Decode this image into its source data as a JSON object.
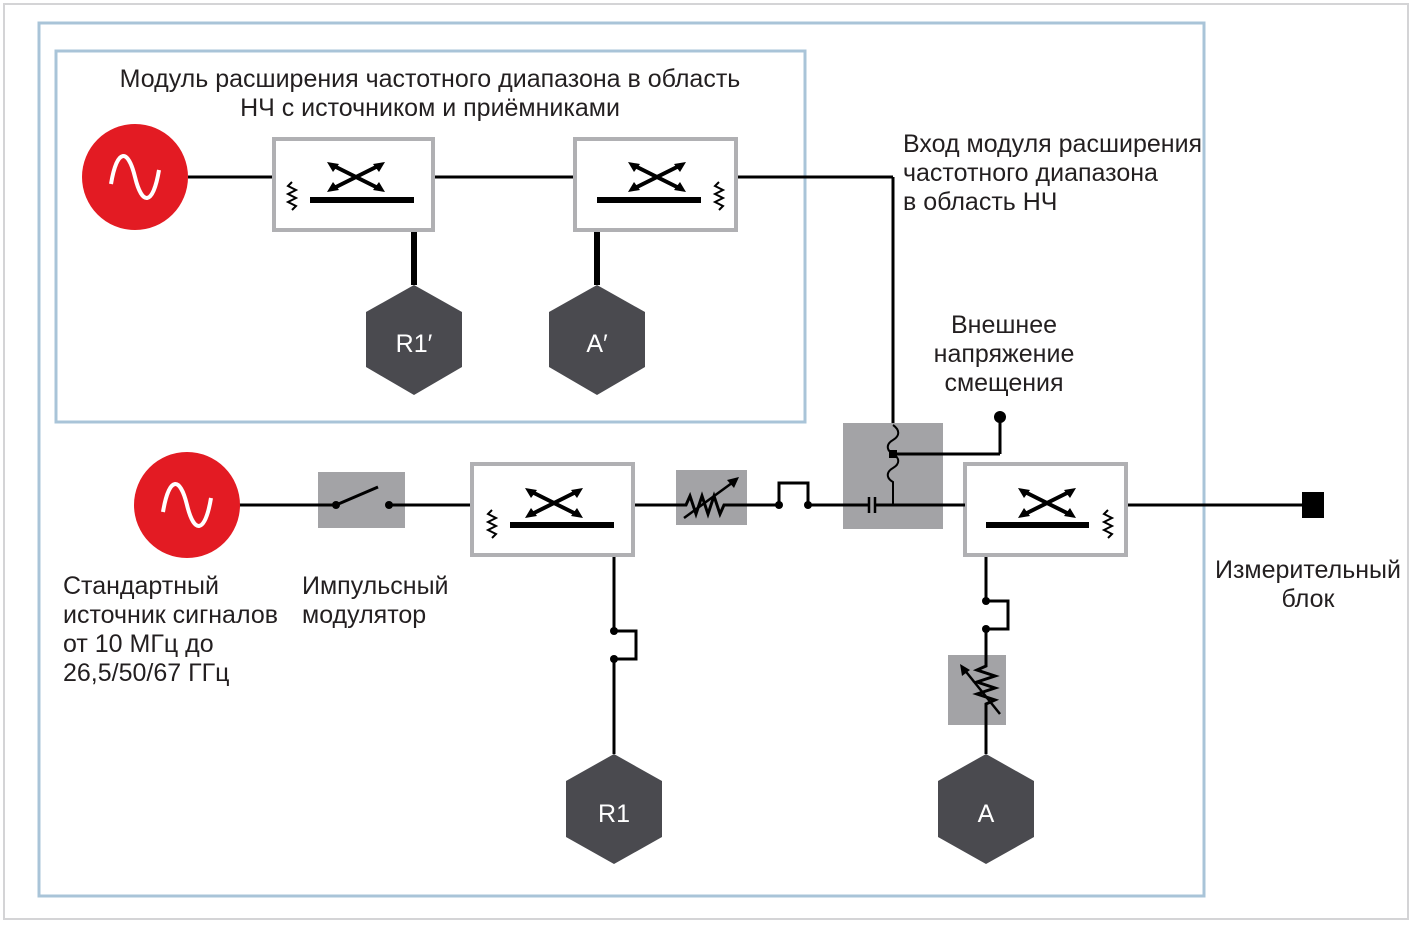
{
  "inner_module": {
    "title_line1": "Модуль расширения частотного диапазона в область",
    "title_line2": "НЧ с источником и приёмниками"
  },
  "module_input_label": {
    "line1": "Вход модуля расширения",
    "line2": "частотного диапазона",
    "line3": "в область НЧ"
  },
  "bias_label": {
    "line1": "Внешнее",
    "line2": "напряжение",
    "line3": "смещения"
  },
  "source_label": {
    "line1": "Стандартный",
    "line2": "источник сигналов",
    "line3": "от 10 МГц до",
    "line4": "26,5/50/67 ГГц"
  },
  "modulator_label": {
    "line1": "Импульсный",
    "line2": "модулятор"
  },
  "test_port_label": {
    "line1": "Измерительный",
    "line2": "блок"
  },
  "receivers": {
    "r1_prime": "R1′",
    "a_prime": "A′",
    "r1": "R1",
    "a": "A"
  },
  "colors": {
    "frame": "#a9c4d8",
    "source_red": "#e31b23",
    "receiver_dark": "#4a4a4f",
    "component_gray": "#a3a3a6",
    "wire": "#000000",
    "coupler_border": "#b0b0b3"
  }
}
